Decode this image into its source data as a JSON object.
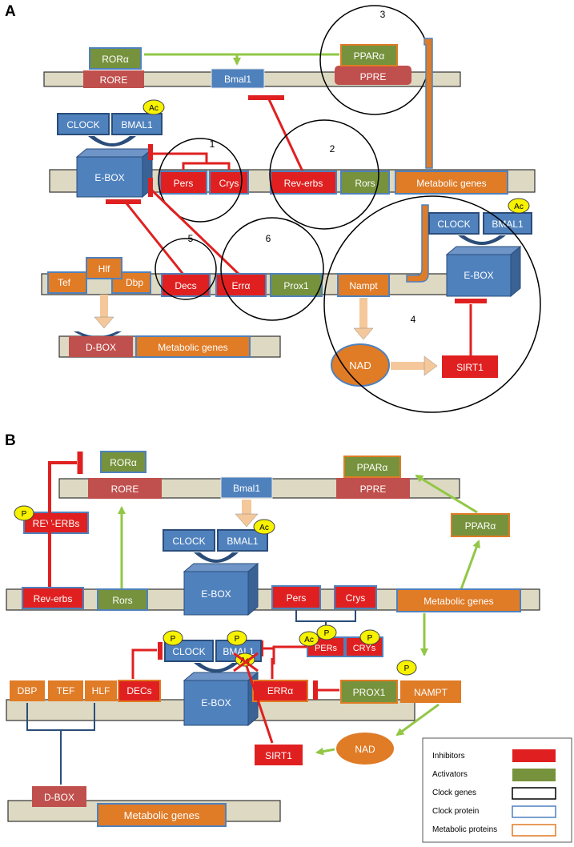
{
  "colors": {
    "inhibitor": "#e02020",
    "activator": "#92c746",
    "gene_bar": "#ddd9c3",
    "clock_protein_fill": "#4f81bd",
    "metabolic_orange": "#e07b26",
    "green_fill": "#76923c",
    "rore_fill": "#c0504d",
    "tan_arrow": "#f4c89a"
  },
  "panel_a": {
    "label": "A",
    "circle_numbers": [
      "1",
      "2",
      "3",
      "4",
      "5",
      "6"
    ],
    "boxes": {
      "ror_alpha": "RORα",
      "rore": "RORE",
      "bmal1_gene": "Bmal1",
      "ppar_alpha": "PPARα",
      "ppre": "PPRE",
      "clock": "CLOCK",
      "bmal1": "BMAL1",
      "ac": "Ac",
      "ebox": "E-BOX",
      "pers": "Pers",
      "crys": "Crys",
      "rev_erbs": "Rev-erbs",
      "rors": "Rors",
      "metabolic_genes": "Metabolic genes",
      "tef": "Tef",
      "hlf": "Hlf",
      "dbp": "Dbp",
      "decs": "Decs",
      "err_alpha": "Errα",
      "prox1": "Prox1",
      "nampt": "Nampt",
      "dbox": "D-BOX",
      "metabolic_genes_2": "Metabolic genes",
      "nad": "NAD",
      "sirt1": "SIRT1",
      "clock_2": "CLOCK",
      "bmal1_2": "BMAL1",
      "ac_2": "Ac",
      "ebox_2": "E-BOX"
    }
  },
  "panel_b": {
    "label": "B",
    "boxes": {
      "ror_alpha": "RORα",
      "rore": "RORE",
      "bmal1_gene": "Bmal1",
      "ppar_alpha": "PPARα",
      "ppre": "PPRE",
      "p": "P",
      "rev_erbs_protein": "REV-ERBs",
      "ppar_alpha_protein": "PPARα",
      "clock": "CLOCK",
      "bmal1": "BMAL1",
      "ac": "Ac",
      "ebox": "E-BOX",
      "rev_erbs": "Rev-erbs",
      "rors": "Rors",
      "pers": "Pers",
      "crys": "Crys",
      "metabolic_genes": "Metabolic genes",
      "pers_protein": "PERs",
      "crys_protein": "CRYs",
      "clock_p": "CLOCK",
      "bmal1_p": "BMAL1",
      "ebox_2": "E-BOX",
      "dbp": "DBP",
      "tef": "TEF",
      "hlf": "HLF",
      "decs": "DECs",
      "err_alpha": "ERRα",
      "prox1": "PROX1",
      "nampt": "NAMPT",
      "dbox": "D-BOX",
      "metabolic_genes_2": "Metabolic genes",
      "sirt1": "SIRT1",
      "nad": "NAD"
    }
  },
  "legend": {
    "inhibitors": "Inhibitors",
    "activators": "Activators",
    "clock_genes": "Clock genes",
    "clock_protein": "Clock protein",
    "metabolic_proteins": "Metabolic proteins"
  }
}
